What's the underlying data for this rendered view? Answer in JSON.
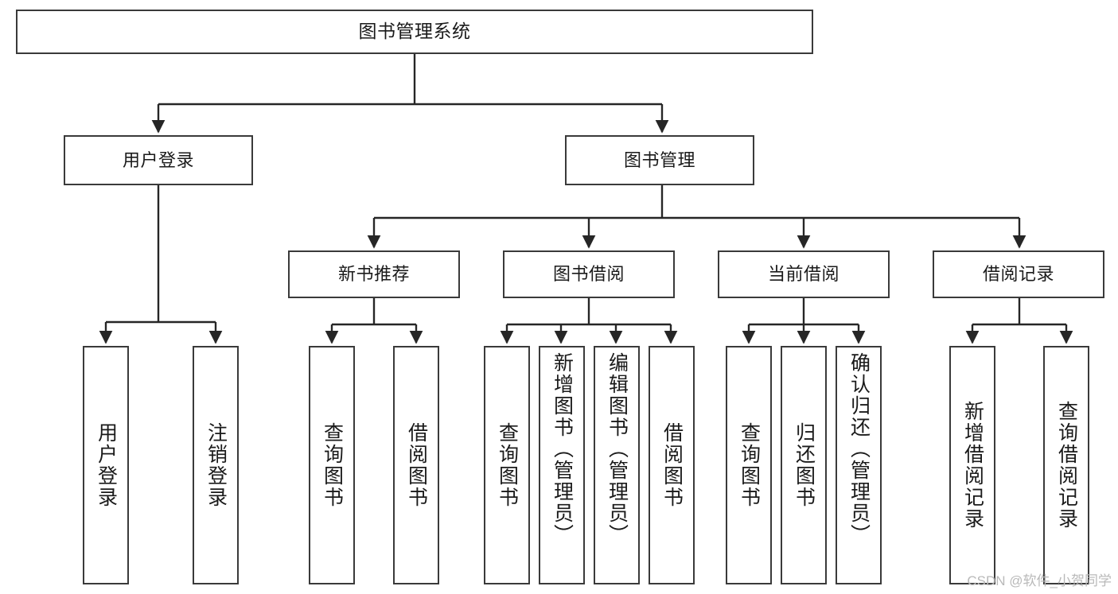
{
  "diagram": {
    "type": "tree",
    "title": "图书管理系统",
    "orientation": "top-down",
    "levels": 4,
    "colors": {
      "box_border": "#3a3a3a",
      "box_fill": "#ffffff",
      "connector": "#262626",
      "text": "#1a1a1a",
      "watermark": "#b9b9b9"
    }
  },
  "root": {
    "id": "root",
    "label": "图书管理系统"
  },
  "level2": [
    {
      "id": "user-login",
      "label": "用户登录"
    },
    {
      "id": "book-manage",
      "label": "图书管理"
    }
  ],
  "level3": [
    {
      "id": "new-book-recommend",
      "label": "新书推荐",
      "parent": "book-manage"
    },
    {
      "id": "book-borrow",
      "label": "图书借阅",
      "parent": "book-manage"
    },
    {
      "id": "current-borrow",
      "label": "当前借阅",
      "parent": "book-manage"
    },
    {
      "id": "borrow-record",
      "label": "借阅记录",
      "parent": "book-manage"
    }
  ],
  "leaves": {
    "user_login": [
      {
        "id": "leaf-user-login",
        "label": "用户登录"
      },
      {
        "id": "leaf-logout",
        "label": "注销登录"
      }
    ],
    "new_book_recommend": [
      {
        "id": "leaf-query-book-1",
        "label": "查询图书"
      },
      {
        "id": "leaf-borrow-book-1",
        "label": "借阅图书"
      }
    ],
    "book_borrow": [
      {
        "id": "leaf-query-book-2",
        "label": "查询图书"
      },
      {
        "id": "leaf-add-book",
        "label": "新增图书（管理员）"
      },
      {
        "id": "leaf-edit-book",
        "label": "编辑图书（管理员）"
      },
      {
        "id": "leaf-borrow-book-2",
        "label": "借阅图书"
      }
    ],
    "current_borrow": [
      {
        "id": "leaf-query-book-3",
        "label": "查询图书"
      },
      {
        "id": "leaf-return-book",
        "label": "归还图书"
      },
      {
        "id": "leaf-confirm-return",
        "label": "确认归还（管理员）"
      }
    ],
    "borrow_record": [
      {
        "id": "leaf-add-record",
        "label": "新增借阅记录"
      },
      {
        "id": "leaf-query-record",
        "label": "查询借阅记录"
      }
    ]
  },
  "watermark": {
    "text": "CSDN @软件_小贺同学"
  }
}
